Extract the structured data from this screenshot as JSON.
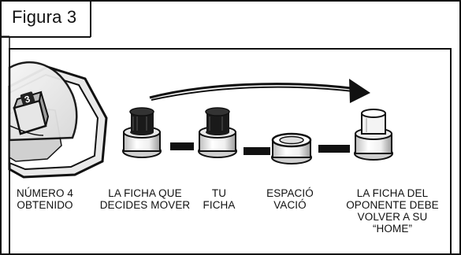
{
  "figure": {
    "title": "Figura 3",
    "die_face": "3",
    "captions": [
      {
        "id": "dice",
        "lines": [
          "NÚMERO 4",
          "OBTENIDO"
        ]
      },
      {
        "id": "move",
        "lines": [
          "LA FICHA QUE",
          "DECIDES MOVER"
        ]
      },
      {
        "id": "yours",
        "lines": [
          "TU",
          "FICHA"
        ]
      },
      {
        "id": "empty",
        "lines": [
          "ESPACIÓ",
          "VACIÓ"
        ]
      },
      {
        "id": "opponent",
        "lines": [
          "LA FICHA DEL",
          "OPONENTE DEBE",
          "VOLVER A SU",
          "“HOME”"
        ]
      }
    ]
  },
  "colors": {
    "ink": "#111111",
    "light_peg": "#f2f2f2",
    "dark_top": "#1a1a1a"
  }
}
